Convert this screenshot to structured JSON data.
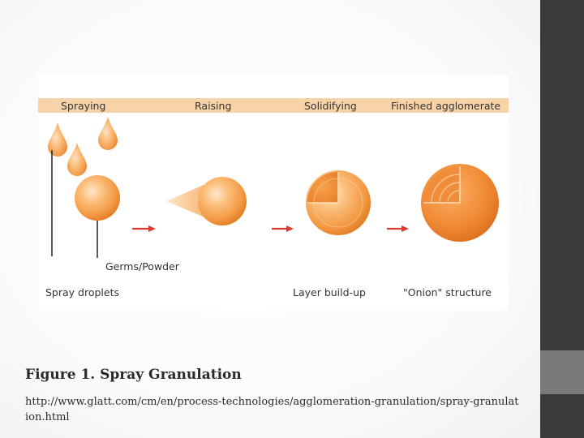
{
  "figure": {
    "stages": [
      "Spraying",
      "Raising",
      "Solidifying",
      "Finished agglomerate"
    ],
    "labels": {
      "germs": "Germs/Powder",
      "spray_droplets": "Spray droplets",
      "layer": "Layer build-up",
      "onion": "\"Onion\" structure"
    },
    "colors": {
      "header_band": "#f9d3a8",
      "sphere": "#f5a04a",
      "arrow": "#e03a2e"
    }
  },
  "caption": {
    "title": "Figure 1.  Spray Granulation",
    "url": "http://www.glatt.com/cm/en/process-technologies/agglomeration-granulation/spray-granulation.html"
  }
}
